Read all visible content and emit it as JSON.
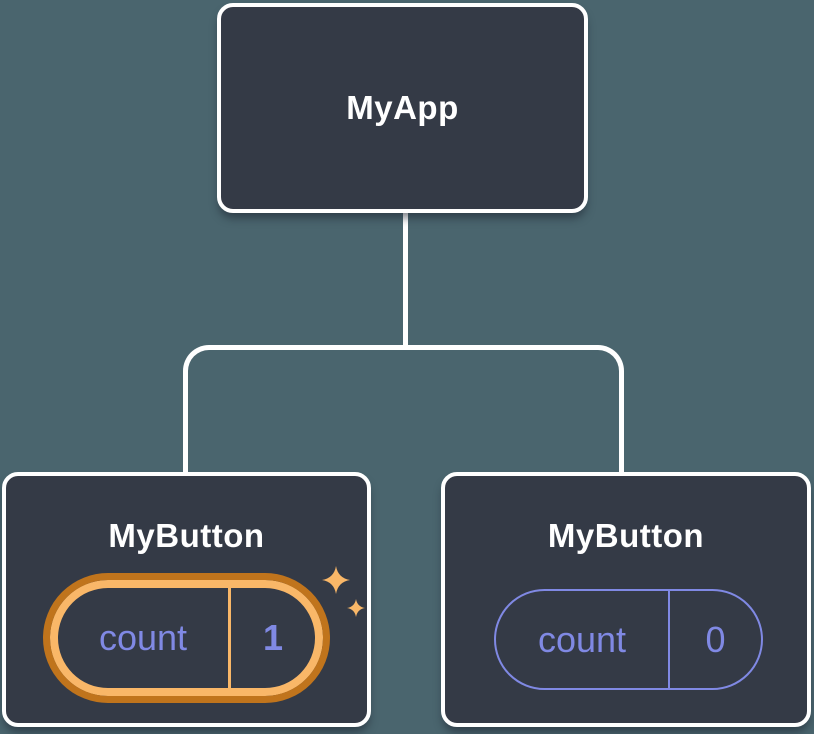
{
  "diagram": {
    "type": "component-tree",
    "colors": {
      "background": "#4a656e",
      "node_fill": "#343a46",
      "node_border": "#ffffff",
      "connector": "#ffffff",
      "accent_purple": "#8089e4",
      "highlight_orange_dark": "#c0741c",
      "highlight_orange_light": "#f9b768"
    },
    "root": {
      "label": "MyApp"
    },
    "children": [
      {
        "label": "MyButton",
        "highlighted": true,
        "sparkles": true,
        "state": {
          "key": "count",
          "value": "1"
        }
      },
      {
        "label": "MyButton",
        "highlighted": false,
        "sparkles": false,
        "state": {
          "key": "count",
          "value": "0"
        }
      }
    ]
  }
}
